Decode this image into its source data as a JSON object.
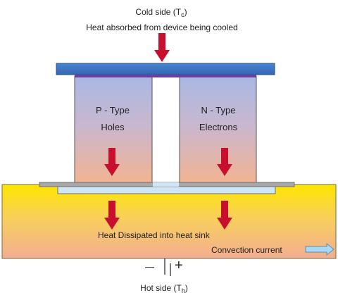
{
  "diagram": {
    "cold_side": {
      "prefix": "Cold side (T",
      "subscript": "c",
      "suffix": ")"
    },
    "heat_absorbed": "Heat absorbed from device being cooled",
    "p_type": {
      "title": "P - Type",
      "carrier": "Holes"
    },
    "n_type": {
      "title": "N - Type",
      "carrier": "Electrons"
    },
    "heat_dissipated": "Heat Dissipated into heat sink",
    "convection": "Convection current",
    "battery": {
      "negative": "—",
      "positive": "+"
    },
    "hot_side": {
      "prefix": "Hot side (T",
      "subscript": "h",
      "suffix": ")"
    }
  },
  "colors": {
    "cold_plate": "#3f78c6",
    "junction": "#6a3fa0",
    "arrow": "#c8102e",
    "sink_top": "#ffe500",
    "sink_bottom": "#f2b08f",
    "leg_top": "#a9b8e4",
    "leg_bottom": "#f2b593",
    "hot_strip": "#a8a8a8",
    "hot_plate": "#cfe6f7",
    "convection_arrow": "#a8d8f4"
  }
}
